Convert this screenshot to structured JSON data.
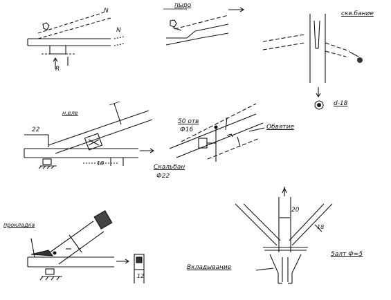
{
  "labels": {
    "top_left_N": "N",
    "top_left_N2": "N",
    "top_left_R": "R",
    "top_middle_title": "пыро",
    "top_right_title": "скв.бание",
    "bolt_d12": "d-18",
    "mid_left_title": "н.еле",
    "dim_22": "22",
    "dim_18": "18",
    "mid_bolt": "50 отв",
    "mid_bolt_d": "Ф16",
    "mid_obvyazka": "Обвятие",
    "mid_skolzh": "Скальбан",
    "mid_skolzh_d": "Ф22",
    "bottom_left_label": "прокладка",
    "bottom_dim_12": "12",
    "bottom_right_dim_20": "20",
    "bottom_right_dim_18": "18",
    "bottom_right_bolt": "5алт Ф=5",
    "bottom_right_label": "Вкладывание"
  }
}
